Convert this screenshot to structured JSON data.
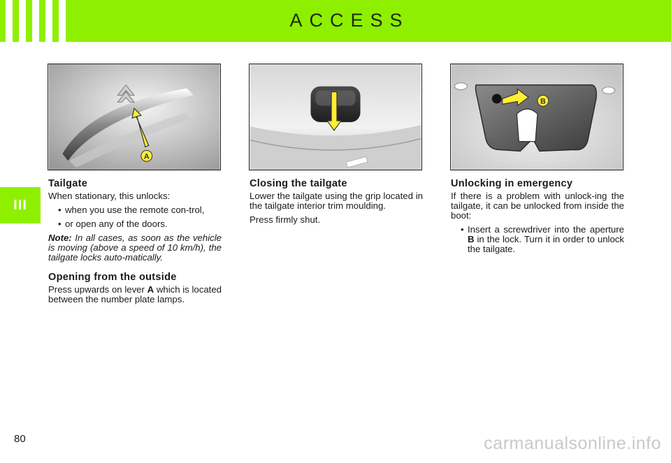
{
  "header": {
    "title": "ACCESS",
    "accent": "#8ef000"
  },
  "chapter_tab": "III",
  "figures": {
    "left_label": "A",
    "right_label": "B"
  },
  "col1": {
    "h1": "Tailgate",
    "p1": "When stationary, this unlocks:",
    "bullets": [
      "when you use the remote con-trol,",
      "or open any of the doors."
    ],
    "note_label": "Note:",
    "note_text": " In all cases, as soon as the vehicle is moving (above a speed of 10 km/h), the tailgate locks auto-matically.",
    "h2": "Opening from the outside",
    "p2_a": "Press upwards on lever ",
    "p2_bold": "A",
    "p2_b": " which is located between the number plate lamps."
  },
  "col2": {
    "h1": "Closing the tailgate",
    "p1": "Lower the tailgate using the grip located in the tailgate interior trim moulding.",
    "p2": "Press firmly shut."
  },
  "col3": {
    "h1": "Unlocking in emergency",
    "p1": "If there is a problem with unlock-ing the tailgate, it can be unlocked from inside the boot:",
    "bullet_a": "Insert a screwdriver into the aperture ",
    "bullet_bold": "B",
    "bullet_b": " in the lock. Turn it in order to unlock the tailgate."
  },
  "footer": {
    "page_number": "80",
    "watermark": "carmanualsonline.info"
  }
}
